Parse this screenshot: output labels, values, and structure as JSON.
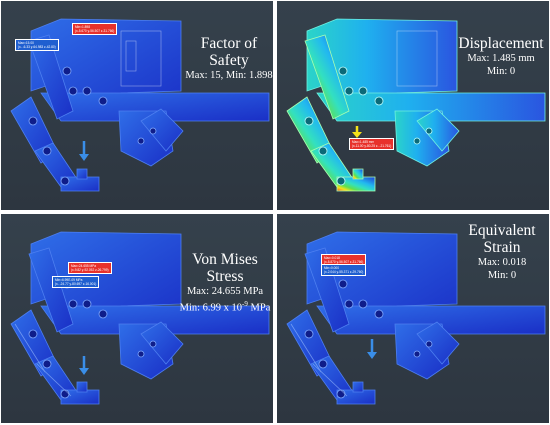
{
  "panels": {
    "fos": {
      "title_line1": "Factor of",
      "title_line2": "Safety",
      "range": "Max: 15, Min: 1.898",
      "max_tag": {
        "line1": "Min=1.898",
        "line2": "(x-5.670 y-56.507 z-31.766)"
      },
      "min_tag": {
        "line1": "Max=15.00",
        "line2": "(x- -6.33 y-64.983 z-42.80)"
      }
    },
    "disp": {
      "title": "Displacement",
      "max_line": "Max: 1.485 mm",
      "min_line": "Min: 0",
      "max_tag": {
        "line1": "Max=1.485 mm",
        "line2": "(x-11.00 y-80.25 z- -21.761)"
      }
    },
    "vm": {
      "title": "Von Mises Stress",
      "max_line": "Max: 24.655 MPa",
      "min_line": "Min: 6.99 x 10",
      "min_exp": "-9",
      "min_unit": " MPa",
      "max_tag": {
        "line1": "Max=24.655 MPa",
        "line2": "(x-9.82 y-92.052 z-26.799)"
      },
      "min_tag": {
        "line1": "Min=6.99E-09 MPa",
        "line2": "(x- -24.77 y-80.697 z-16.001)"
      }
    },
    "eq": {
      "title_line1": "Equivalent",
      "title_line2": "Strain",
      "max_line": "Max: 0.018",
      "min_line": "Min: 0",
      "max_tag": {
        "line1": "Max=0.018",
        "line2": "(x-5.870 y-56.507 z-31.766)"
      },
      "min_tag": {
        "line1": "Min=0.000",
        "line2": "(x-2.044 y-55.371 z-29.760)"
      }
    }
  },
  "colors": {
    "background": "#2f3944",
    "model_blue": "#1f3fd6",
    "model_blue_light": "#2f6ee8",
    "cyan": "#22d3f0",
    "green": "#3ee07a",
    "yellow": "#f4e21a",
    "orange": "#f59a1a",
    "red": "#e3271e",
    "arrow": "#3a8ee8"
  }
}
